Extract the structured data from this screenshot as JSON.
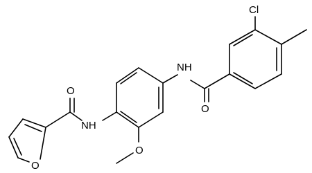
{
  "molecule": {
    "atom_labels": {
      "chlorine": "Cl",
      "carbonyl_oxygen_right": "O",
      "amide_nh_right": "NH",
      "amide_nh_left": "NH",
      "carbonyl_oxygen_left": "O",
      "furan_oxygen": "O",
      "methoxy_oxygen": "O"
    }
  }
}
